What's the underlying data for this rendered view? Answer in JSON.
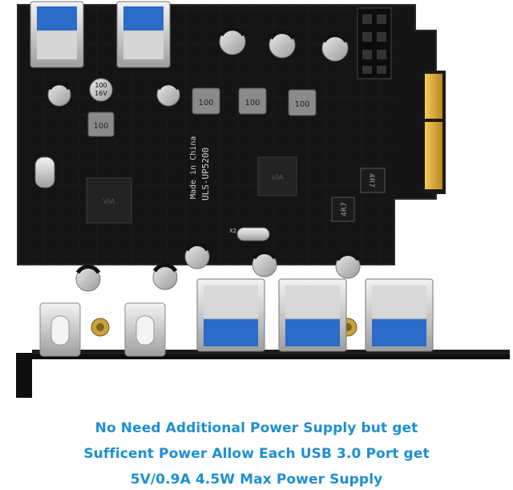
{
  "board": {
    "model_text": "ULS-UP5200",
    "made_text": "Made in China",
    "ic_mark": "VIA",
    "inductor_labels": [
      "100",
      "100",
      "100"
    ],
    "inductor_left_label": "100",
    "resistor_labels": [
      "4R7",
      "4R7"
    ],
    "cap_label_main": "100",
    "cap_label_sub": "16V",
    "xtal_label": "X2"
  },
  "caption": {
    "line1": "No Need Additional Power Supply but get",
    "line2": "Sufficent Power Allow Each USB 3.0 Port get",
    "line3": "5V/0.9A  4.5W Max Power Supply"
  },
  "colors": {
    "caption_blue": "#1e8fd2",
    "pcb_black": "#141414",
    "usb_blue": "#2a6cc7",
    "bracket_black": "#0e0e0e",
    "gold": "#d8a632"
  }
}
